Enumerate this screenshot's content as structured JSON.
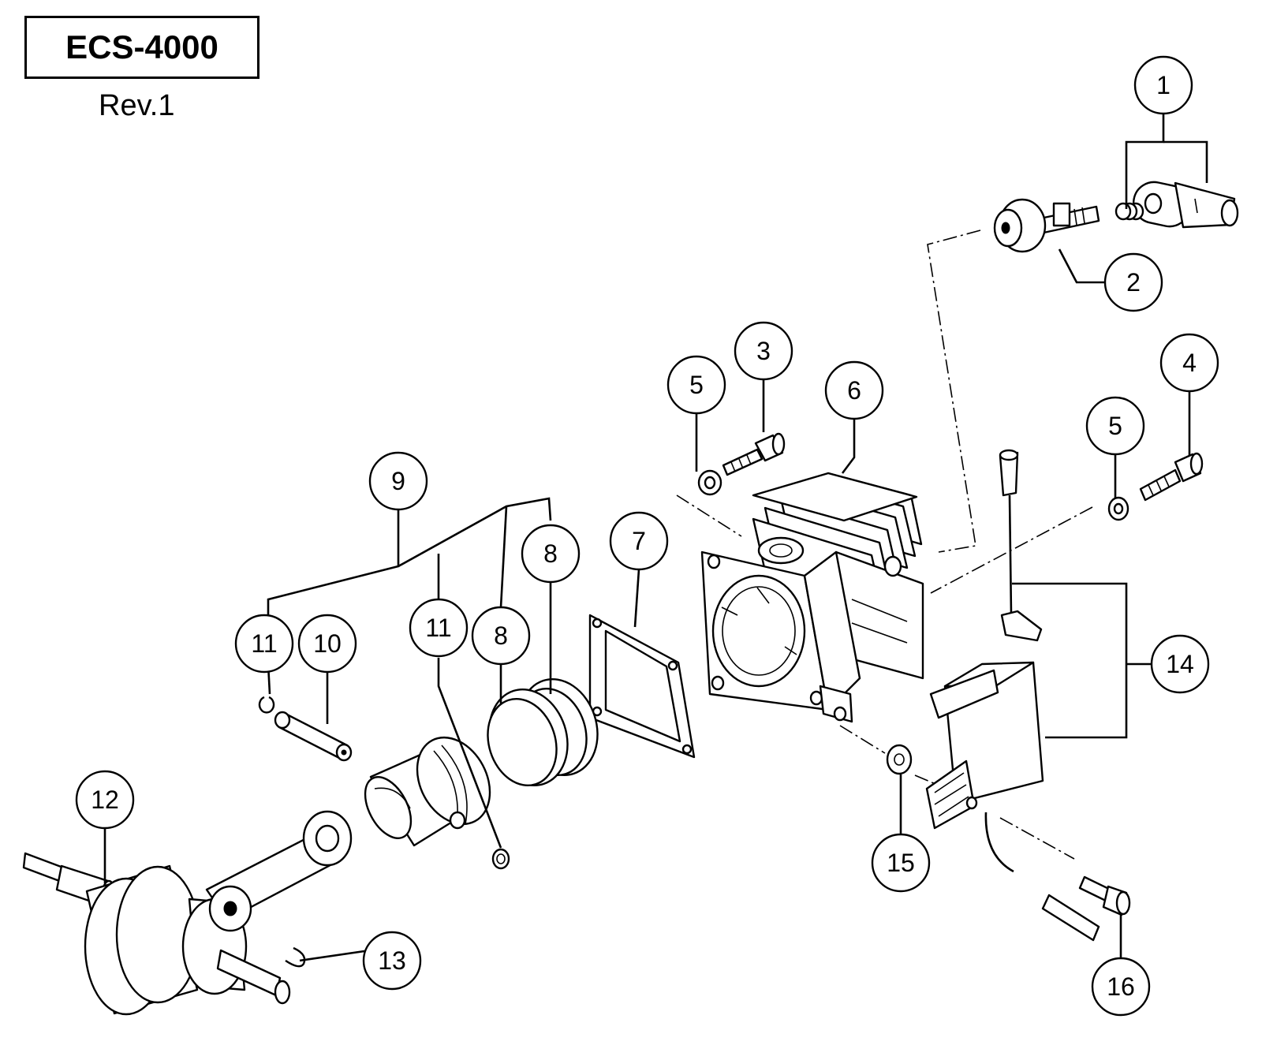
{
  "header": {
    "model": "ECS-4000",
    "revision": "Rev.1"
  },
  "callouts": [
    {
      "id": "c1",
      "label": "1"
    },
    {
      "id": "c2",
      "label": "2"
    },
    {
      "id": "c3",
      "label": "3"
    },
    {
      "id": "c4",
      "label": "4"
    },
    {
      "id": "c5a",
      "label": "5"
    },
    {
      "id": "c5b",
      "label": "5"
    },
    {
      "id": "c6",
      "label": "6"
    },
    {
      "id": "c7",
      "label": "7"
    },
    {
      "id": "c8a",
      "label": "8"
    },
    {
      "id": "c8b",
      "label": "8"
    },
    {
      "id": "c9",
      "label": "9"
    },
    {
      "id": "c10",
      "label": "10"
    },
    {
      "id": "c11a",
      "label": "11"
    },
    {
      "id": "c11b",
      "label": "11"
    },
    {
      "id": "c12",
      "label": "12"
    },
    {
      "id": "c13",
      "label": "13"
    },
    {
      "id": "c14",
      "label": "14"
    },
    {
      "id": "c15",
      "label": "15"
    },
    {
      "id": "c16",
      "label": "16"
    }
  ]
}
